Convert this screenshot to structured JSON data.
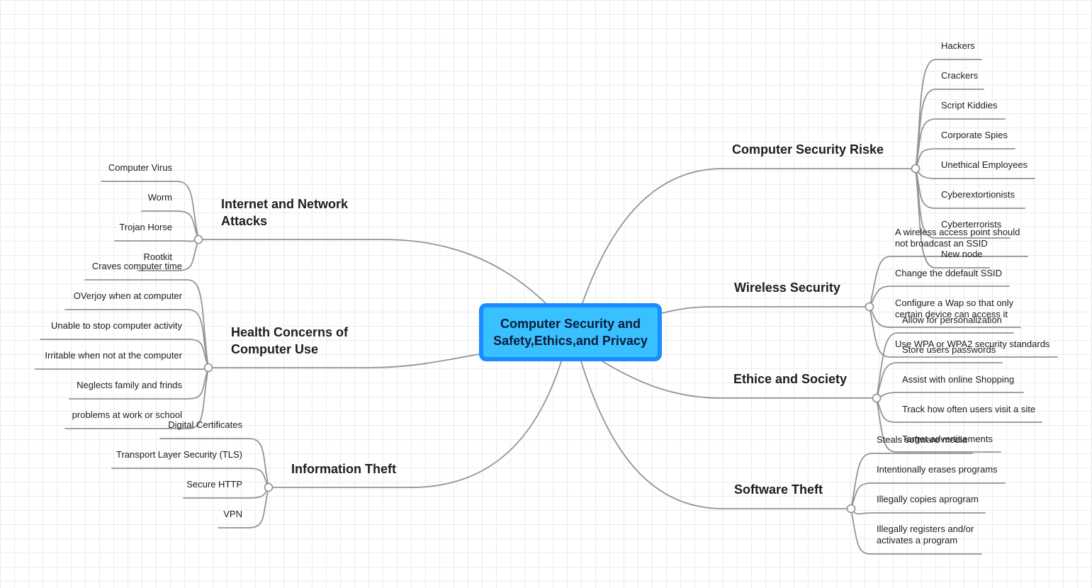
{
  "central": {
    "label": "Computer Security and\nSafety,Ethics,and Privacy"
  },
  "branches": {
    "risks": {
      "label": "Computer Security Riske",
      "leaves": [
        "Hackers",
        "Crackers",
        "Script Kiddies",
        "Corporate Spies",
        "Unethical Employees",
        "Cyberextortionists",
        "Cyberterrorists",
        "New node"
      ]
    },
    "wireless": {
      "label": "Wireless Security",
      "leaves": [
        "A wireless access point should\nnot broadcast an SSID",
        "Change the ddefault SSID",
        "Configure a Wap so that only\ncertain device can access it",
        "Use WPA or WPA2 security standards"
      ]
    },
    "ethics": {
      "label": "Ethice and Society",
      "leaves": [
        "Allow for personalization",
        "Store users passwords",
        "Assist with online Shopping",
        "Track how often users visit a site",
        "Target advertisements"
      ]
    },
    "software": {
      "label": "Software Theft",
      "leaves": [
        "Steals software media",
        "Intentionally erases programs",
        "Illegally copies aprogram",
        "Illegally registers and/or\nactivates a program"
      ]
    },
    "internet": {
      "label": "Internet and Network\nAttacks",
      "leaves": [
        "Computer Virus",
        "Worm",
        "Trojan Horse",
        "Rootkit"
      ]
    },
    "health": {
      "label": "Health Concerns of\nComputer Use",
      "leaves": [
        "Craves computer time",
        "OVerjoy when at computer",
        "Unable to stop computer activity",
        "Irritable when not at the computer",
        "Neglects family and frinds",
        "problems at work or school"
      ]
    },
    "info": {
      "label": "Information Theft",
      "leaves": [
        "Digital Certificates",
        "Transport Layer Security (TLS)",
        "Secure HTTP",
        "VPN"
      ]
    }
  },
  "colors": {
    "line": "#8f8f8f",
    "central_fill": "#39c0ff",
    "central_border": "#1a8cff"
  }
}
